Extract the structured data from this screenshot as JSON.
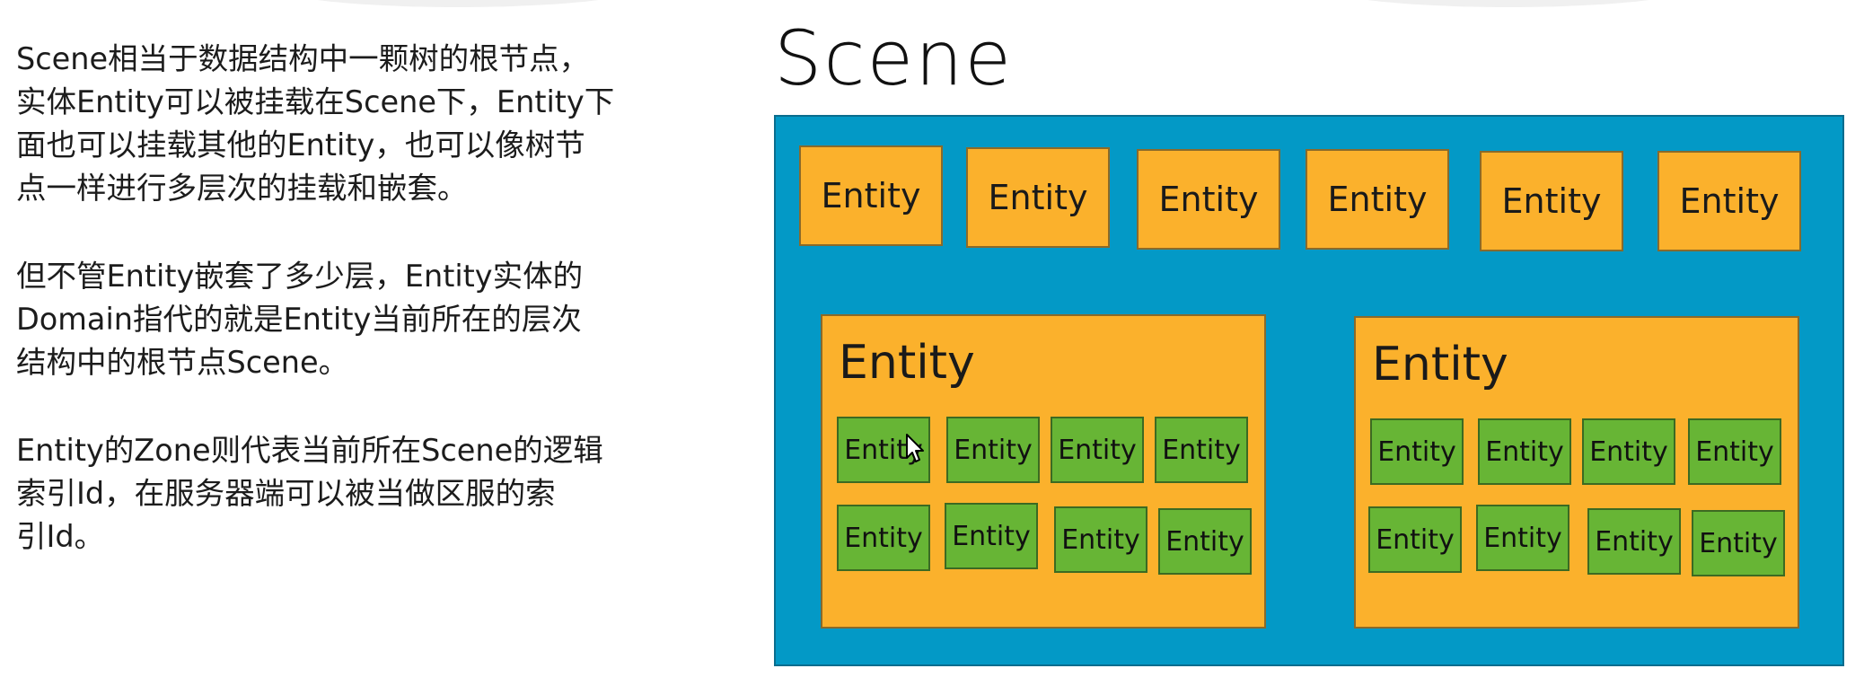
{
  "text": {
    "paragraphs": [
      [
        "Scene相当于数据结构中一颗树的根节点，",
        "实体Entity可以被挂载在Scene下，Entity下",
        "面也可以挂载其他的Entity，也可以像树节",
        "点一样进行多层次的挂载和嵌套。"
      ],
      [
        "但不管Entity嵌套了多少层，Entity实体的",
        "Domain指代的就是Entity当前所在的层次",
        "结构中的根节点Scene。"
      ],
      [
        "Entity的Zone则代表当前所在Scene的逻辑",
        "索引Id，在服务器端可以被当做区服的索",
        "引Id。"
      ]
    ]
  },
  "diagram": {
    "scene_label": "Scene",
    "entity_label": "Entity",
    "colors": {
      "scene": "#0399c6",
      "entity": "#fbb12c",
      "child_entity": "#67b535"
    }
  }
}
